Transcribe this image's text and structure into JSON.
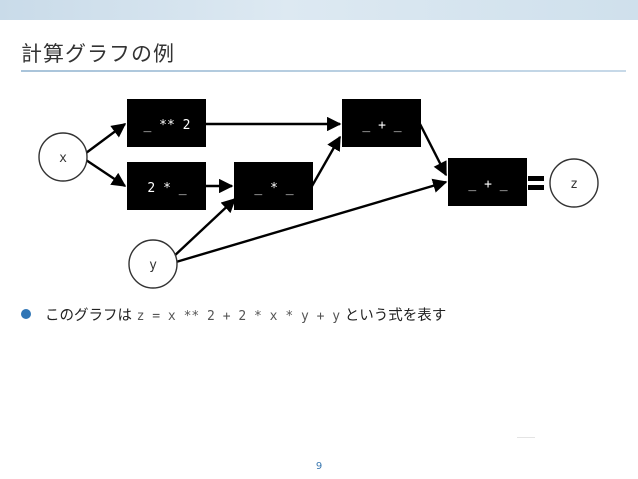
{
  "slide": {
    "title": "計算グラフの例",
    "page_number": "9"
  },
  "graph": {
    "ops": {
      "pow": "_ ** 2",
      "mul2": "2 * _",
      "mul": "_ * _",
      "add1": "_ + _",
      "add2": "_ + _"
    },
    "vars": {
      "x": "x",
      "y": "y",
      "z": "z"
    }
  },
  "bullet": {
    "prefix": "このグラフは",
    "code": "z = x ** 2 + 2 * x * y + y",
    "suffix": "という式を表す"
  },
  "colors": {
    "accent": "#2f75b5",
    "node_fill": "#000000",
    "node_text": "#ffffff",
    "header_band": "#c9dbe9"
  }
}
